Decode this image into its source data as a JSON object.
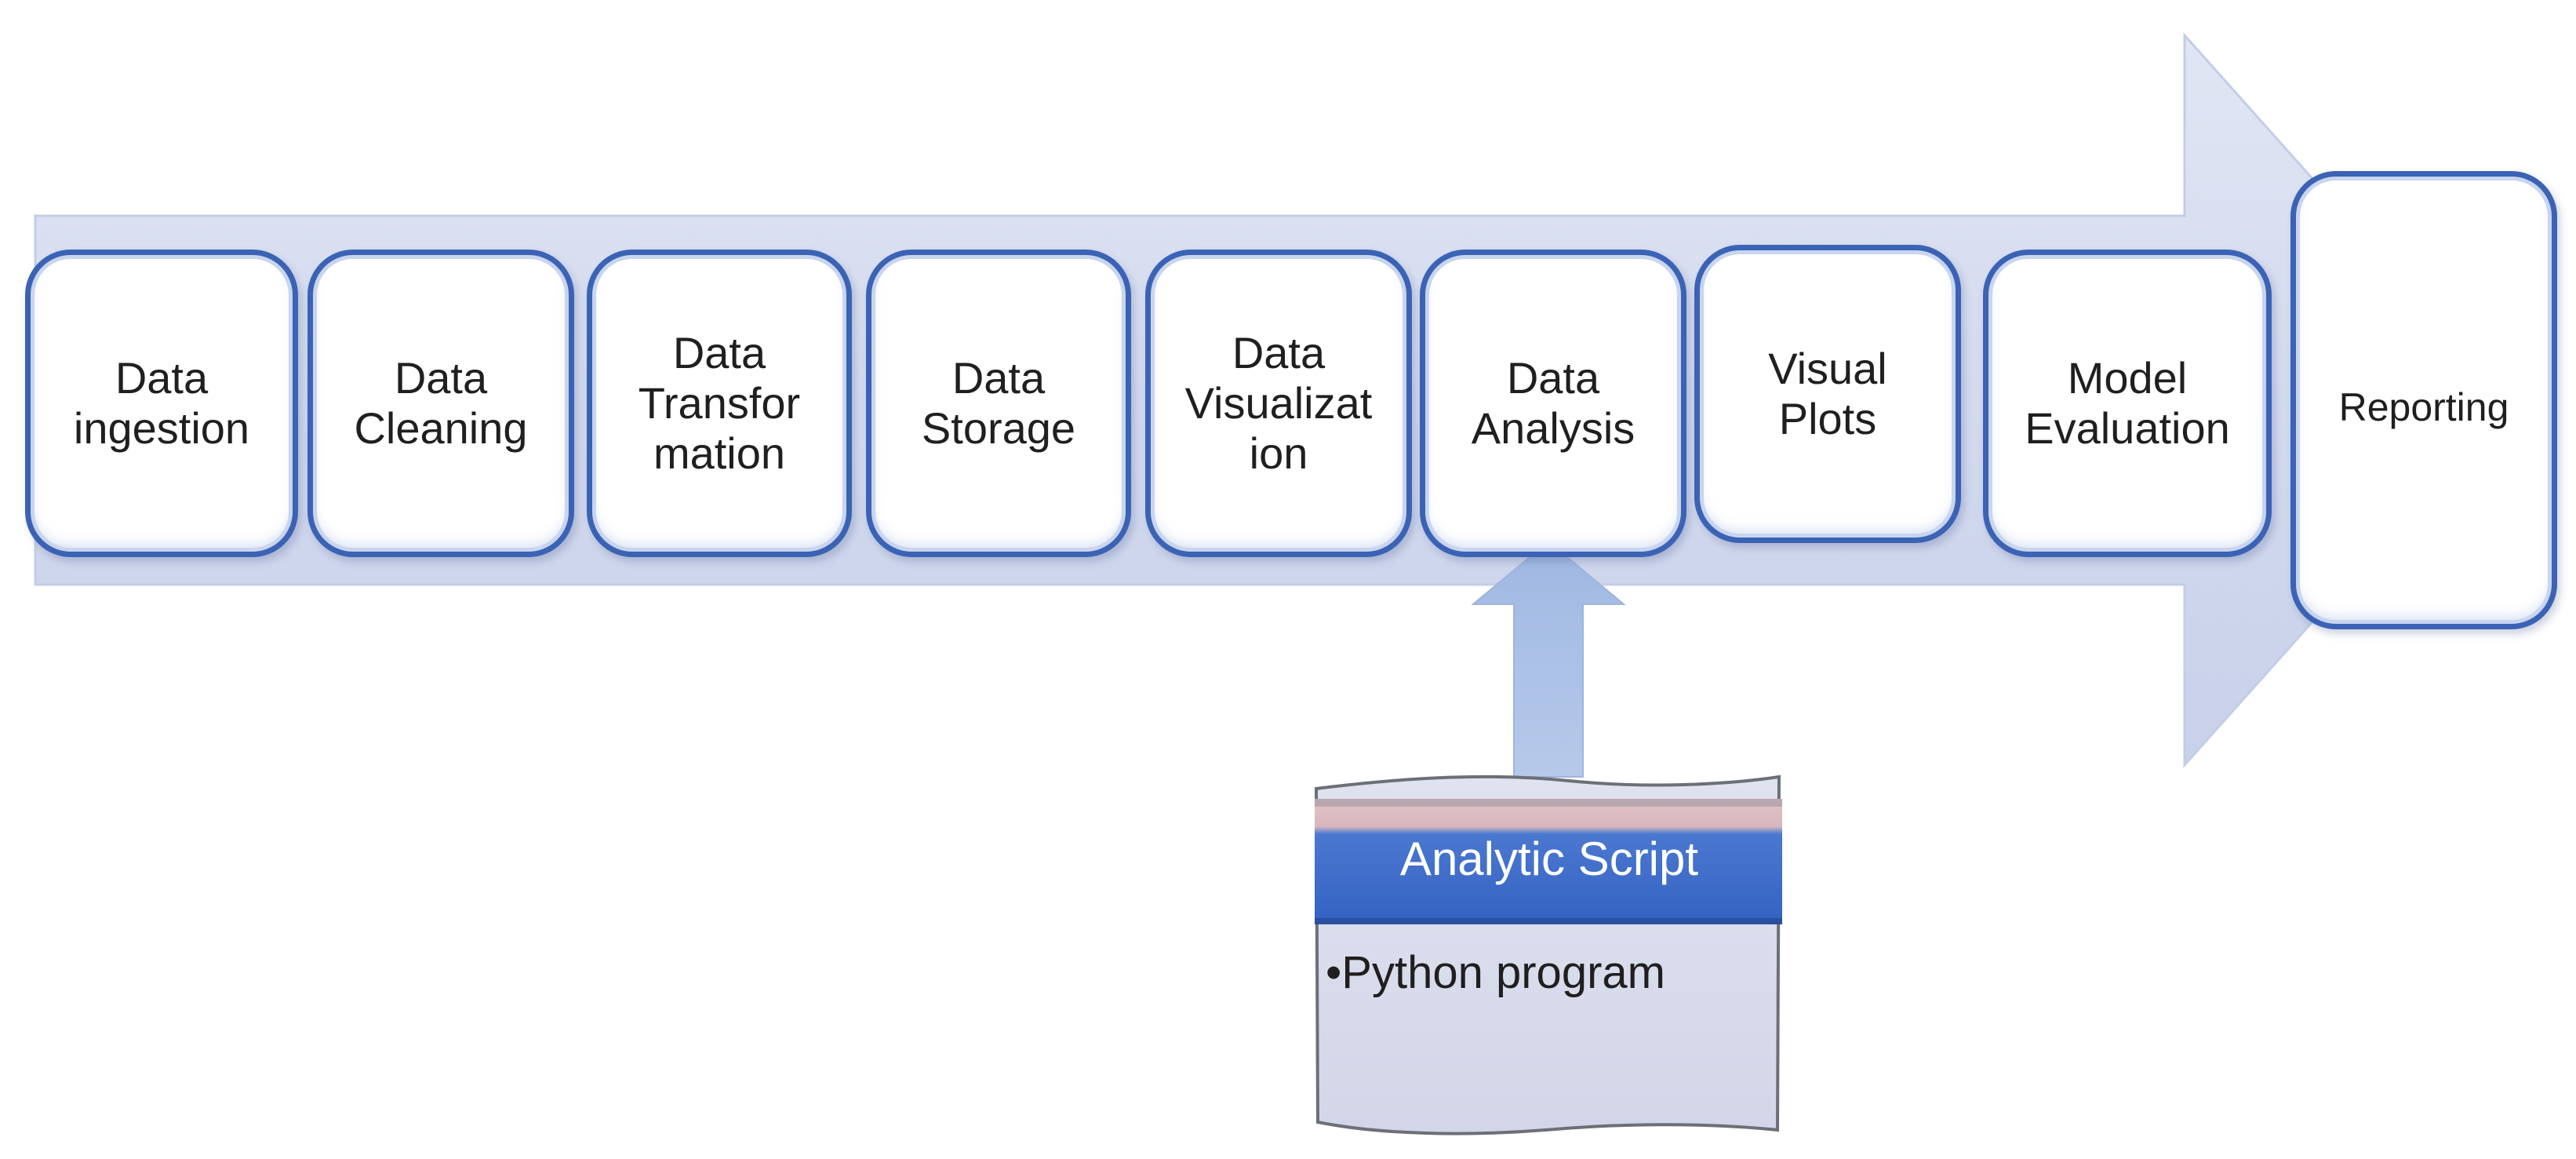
{
  "stages": [
    {
      "label": "Data\ningestion"
    },
    {
      "label": "Data\nCleaning"
    },
    {
      "label": "Data\nTransfor\nmation"
    },
    {
      "label": "Data\nStorage"
    },
    {
      "label": "Data\nVisualizat\nion"
    },
    {
      "label": "Data\nAnalysis"
    },
    {
      "label": "Visual\nPlots"
    },
    {
      "label": "Model\nEvaluation"
    },
    {
      "label": "Reporting"
    }
  ],
  "script": {
    "title": "Analytic Script",
    "bullet": "•Python program"
  },
  "colors": {
    "arrow_fill": "#d5dcef",
    "box_border": "#3b63b5",
    "header_blue": "#3d6fcc",
    "header_mauve": "#d9b8bd",
    "up_arrow": "#a9c0e4"
  }
}
